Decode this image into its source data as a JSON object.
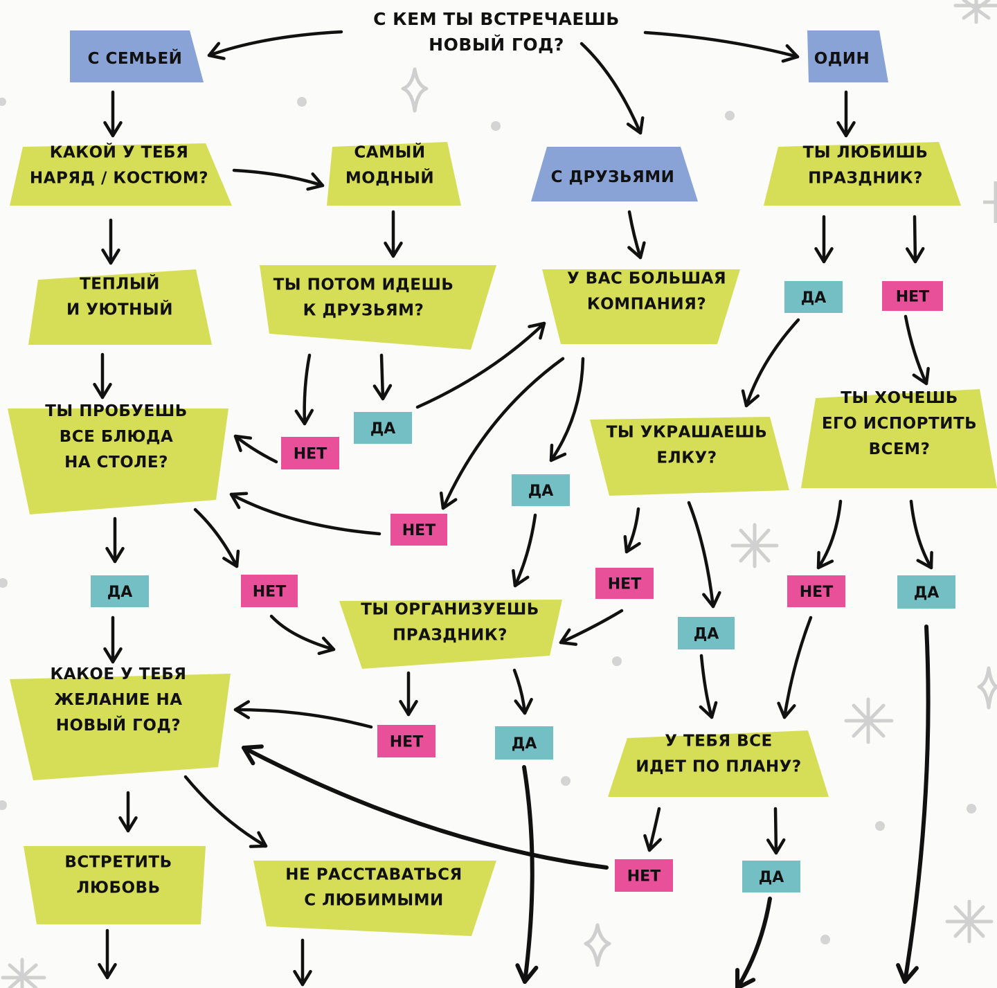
{
  "title": [
    "С КЕМ ТЫ ВСТРЕЧАЕШЬ",
    "НОВЫЙ ГОД?"
  ],
  "colors": {
    "category": "#8aa3d6",
    "question": "#d6de57",
    "yes": "#74bfc4",
    "no": "#e8509a",
    "ink": "#111111",
    "decor": "#d0d0d0"
  },
  "labels": {
    "yes": "ДА",
    "no": "НЕТ"
  },
  "nodes": {
    "family": [
      "С СЕМЬЕЙ"
    ],
    "alone": [
      "ОДИН"
    ],
    "friends": [
      "С ДРУЗЬЯМИ"
    ],
    "outfit": [
      "КАКОЙ У ТЕБЯ",
      "НАРЯД / КОСТЮМ?"
    ],
    "fashion": [
      "САМЫЙ",
      "МОДНЫЙ"
    ],
    "love_holiday": [
      "ТЫ ЛЮБИШЬ",
      "ПРАЗДНИК?"
    ],
    "warm": [
      "ТЕПЛЫЙ",
      "И УЮТНЫЙ"
    ],
    "go_friends": [
      "ТЫ ПОТОМ ИДЕШЬ",
      "К ДРУЗЬЯМ?"
    ],
    "big_company": [
      "У ВАС БОЛЬШАЯ",
      "КОМПАНИЯ?"
    ],
    "try_dishes": [
      "ТЫ ПРОБУЕШЬ",
      "ВСЕ БЛЮДА",
      "НА СТОЛЕ?"
    ],
    "decorate_tree": [
      "ТЫ УКРАШАЕШЬ",
      "ЕЛКУ?"
    ],
    "spoil": [
      "ТЫ ХОЧЕШЬ",
      "ЕГО ИСПОРТИТЬ",
      "ВСЕМ?"
    ],
    "organize": [
      "ТЫ ОРГАНИЗУЕШЬ",
      "ПРАЗДНИК?"
    ],
    "wish": [
      "КАКОЕ У ТЕБЯ",
      "ЖЕЛАНИЕ НА",
      "НОВЫЙ ГОД?"
    ],
    "plan": [
      "У ТЕБЯ ВСЕ",
      "ИДЕТ ПО ПЛАНУ?"
    ],
    "meet_love": [
      "ВСТРЕТИТЬ",
      "ЛЮБОВЬ"
    ],
    "stay_loved": [
      "НЕ РАССТАВАТЬСЯ",
      "С ЛЮБИМЫМИ"
    ]
  }
}
